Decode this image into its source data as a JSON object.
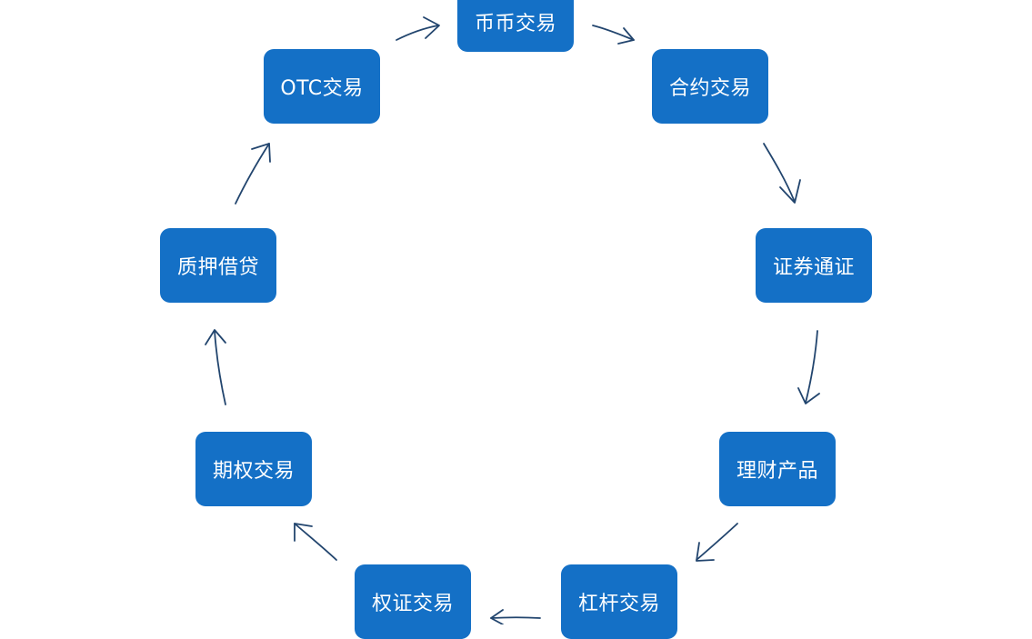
{
  "diagram": {
    "type": "cycle",
    "direction": "clockwise",
    "colors": {
      "node_fill": "#1470c6",
      "node_text": "#ffffff",
      "arrow": "#22456e",
      "background": "#ffffff"
    },
    "nodes": [
      {
        "id": "spot",
        "label": "币币交易"
      },
      {
        "id": "contract",
        "label": "合约交易"
      },
      {
        "id": "security-token",
        "label": "证券通证"
      },
      {
        "id": "wealth",
        "label": "理财产品"
      },
      {
        "id": "margin",
        "label": "杠杆交易"
      },
      {
        "id": "warrant",
        "label": "权证交易"
      },
      {
        "id": "options",
        "label": "期权交易"
      },
      {
        "id": "collateral-loan",
        "label": "质押借贷"
      },
      {
        "id": "otc",
        "label": "OTC交易"
      }
    ],
    "edges": [
      {
        "from": "spot",
        "to": "contract"
      },
      {
        "from": "contract",
        "to": "security-token"
      },
      {
        "from": "security-token",
        "to": "wealth"
      },
      {
        "from": "wealth",
        "to": "margin"
      },
      {
        "from": "margin",
        "to": "warrant"
      },
      {
        "from": "warrant",
        "to": "options"
      },
      {
        "from": "options",
        "to": "collateral-loan"
      },
      {
        "from": "collateral-loan",
        "to": "otc"
      },
      {
        "from": "otc",
        "to": "spot"
      }
    ]
  }
}
